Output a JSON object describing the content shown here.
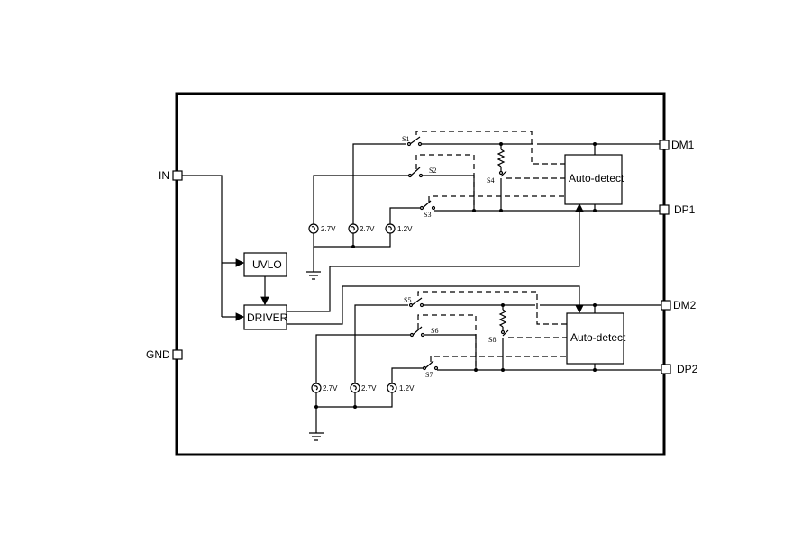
{
  "pins": {
    "in": "IN",
    "gnd": "GND",
    "dm1": "DM1",
    "dp1": "DP1",
    "dm2": "DM2",
    "dp2": "DP2"
  },
  "blocks": {
    "uvlo": "UVLO",
    "driver": "DRIVER",
    "auto_detect_1": "Auto-detect",
    "auto_detect_2": "Auto-detect"
  },
  "switches": {
    "s1": "S1",
    "s2": "S2",
    "s3": "S3",
    "s4": "S4",
    "s5": "S5",
    "s6": "S6",
    "s7": "S7",
    "s8": "S8"
  },
  "sources": {
    "ch1_a": "2.7V",
    "ch1_b": "2.7V",
    "ch1_c": "1.2V",
    "ch2_a": "2.7V",
    "ch2_b": "2.7V",
    "ch2_c": "1.2V"
  }
}
